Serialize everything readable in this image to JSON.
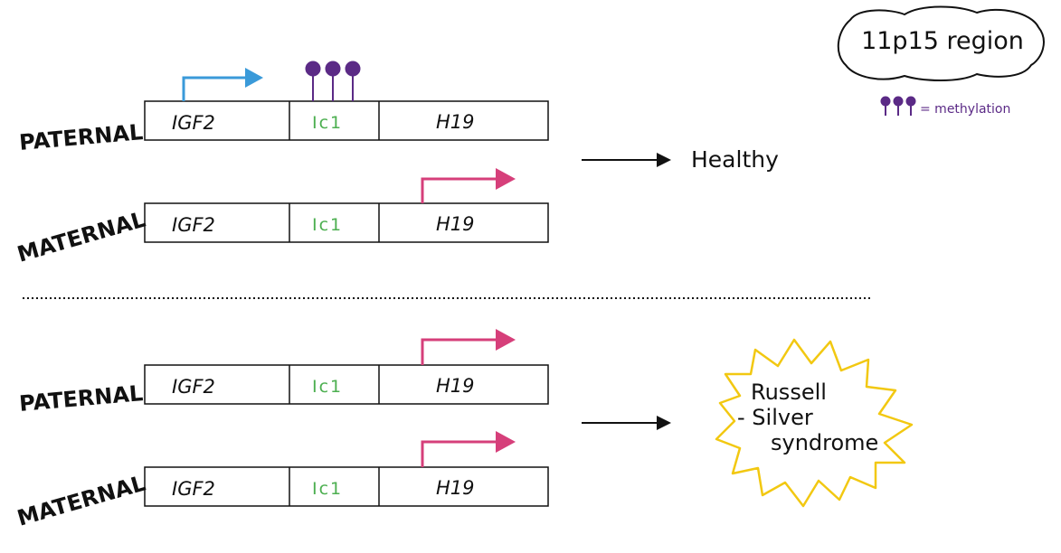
{
  "region_title": "11p15 region",
  "legend": {
    "label": "= methylation",
    "color": "#5b2a86"
  },
  "colors": {
    "igf2_arrow": "#3a9ad9",
    "h19_arrow": "#d63f7a",
    "methylation": "#5b2a86",
    "ic1_text": "#4caf50",
    "burst": "#f2c811"
  },
  "panels": [
    {
      "outcome": "Healthy",
      "rows": [
        {
          "parent": "PATERNAL",
          "genes": [
            "IGF2",
            "Ic1",
            "H19"
          ],
          "active": "IGF2",
          "methylated": true
        },
        {
          "parent": "MATERNAL",
          "genes": [
            "IGF2",
            "Ic1",
            "H19"
          ],
          "active": "H19",
          "methylated": false
        }
      ]
    },
    {
      "outcome_lines": [
        "Russell",
        "- Silver",
        "syndrome"
      ],
      "rows": [
        {
          "parent": "PATERNAL",
          "genes": [
            "IGF2",
            "Ic1",
            "H19"
          ],
          "active": "H19",
          "methylated": false
        },
        {
          "parent": "MATERNAL",
          "genes": [
            "IGF2",
            "Ic1",
            "H19"
          ],
          "active": "H19",
          "methylated": false
        }
      ]
    }
  ]
}
